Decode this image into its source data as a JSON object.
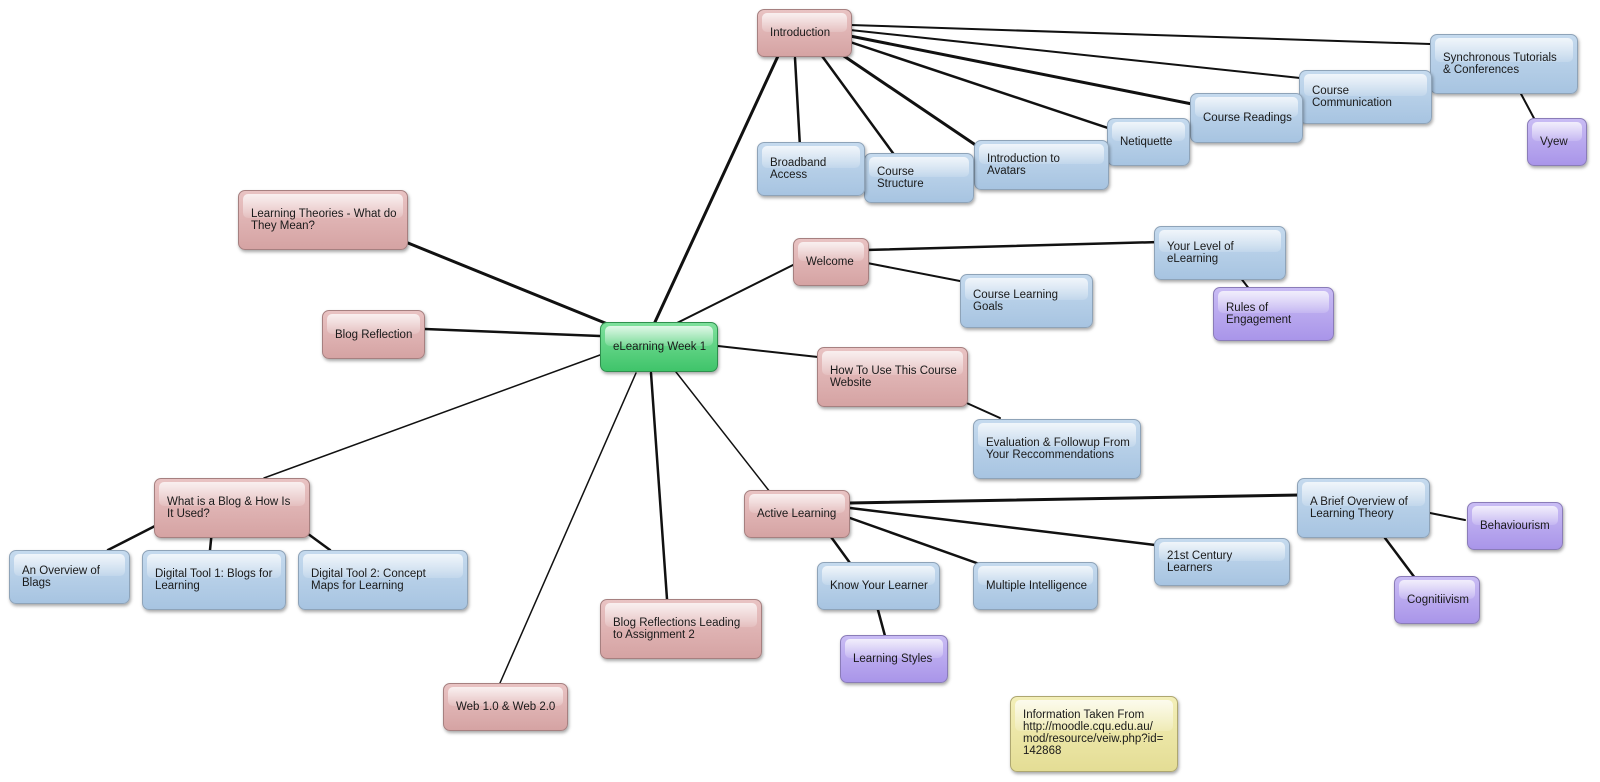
{
  "nodes": {
    "central": "eLearning Week 1",
    "introduction": "Introduction",
    "synchronous": "Synchronous Tutorials & Conferences",
    "vyew": "Vyew",
    "course_communication": "Course Communication",
    "course_readings": "Course Readings",
    "netiquette": "Netiquette",
    "intro_avatars": "Introduction to Avatars",
    "course_structure": "Course Structure",
    "broadband": "Broadband Access",
    "learning_theories": "Learning Theories - What do They Mean?",
    "welcome": "Welcome",
    "your_level": "Your Level of eLearning",
    "rules": "Rules of Engagement",
    "course_goals": "Course Learning Goals",
    "blog_reflection": "Blog Reflection",
    "how_to_use": "How To Use This Course Website",
    "evaluation": "Evaluation & Followup From Your Reccommendations",
    "what_is_blog": "What is a Blog & How Is It Used?",
    "overview_blags": "An Overview of Blags",
    "digital_tool_1": "Digital Tool 1: Blogs for Learning",
    "digital_tool_2": "Digital Tool 2: Concept Maps for Learning",
    "active_learning": "Active Learning",
    "brief_overview": "A Brief Overview of Learning Theory",
    "behaviourism": "Behaviourism",
    "cognitivism": "Cognitiivism",
    "century_learners": "21st Century Learners",
    "know_learner": "Know Your Learner",
    "multiple_intelligence": "Multiple Intelligence",
    "learning_styles": "Learning Styles",
    "blog_reflections_leading": "Blog Reflections Leading to Assignment 2",
    "web": "Web 1.0 & Web 2.0",
    "information": "Information Taken From http://moodle.cqu.edu.au/ mod/resource/veiw.php?id= 142868"
  },
  "colors": {
    "central": "#4fcf78",
    "topic": "#dfb3b3",
    "subtopic": "#b7cfe8",
    "detail": "#b8a8ee",
    "note": "#ece6a6"
  }
}
